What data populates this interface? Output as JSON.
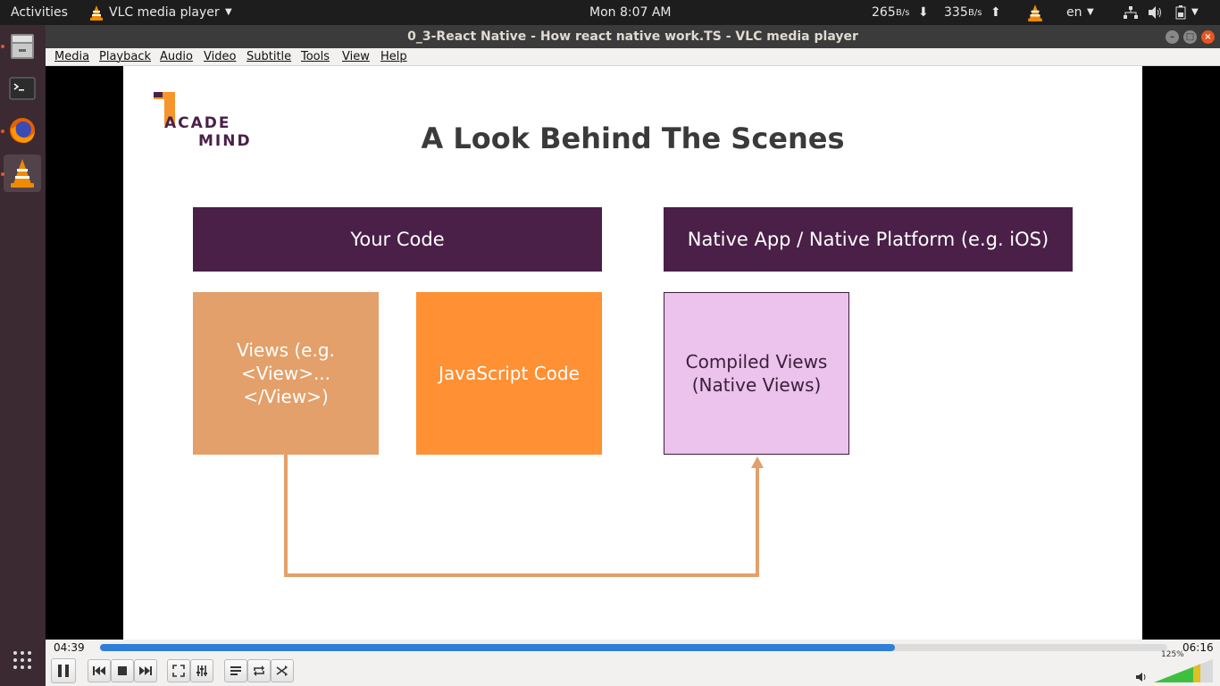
{
  "system_bar": {
    "activities": "Activities",
    "app_name": "VLC media player",
    "clock": "Mon  8:07 AM",
    "download_speed": "265",
    "download_unit": "B/s",
    "upload_speed": "335",
    "upload_unit": "B/s",
    "language": "en"
  },
  "window": {
    "title": "0_3-React Native - How react native work.TS - VLC media player"
  },
  "menu": [
    "Media",
    "Playback",
    "Audio",
    "Video",
    "Subtitle",
    "Tools",
    "View",
    "Help"
  ],
  "slide": {
    "logo_line1": "ACADE",
    "logo_line2": "MIND",
    "title": "A Look Behind The Scenes",
    "header_left": "Your Code",
    "header_right": "Native App / Native Platform (e.g. iOS)",
    "box_views": "Views (e.g. <View>...</View>)",
    "box_js": "JavaScript Code",
    "box_compiled": "Compiled Views (Native Views)",
    "colors": {
      "header": "#4a1f48",
      "views": "#e3a06a",
      "javascript": "#ff9033",
      "compiled": "#ebc3ec",
      "arrow": "#e3a06a"
    }
  },
  "player": {
    "elapsed": "04:39",
    "total": "06:16",
    "progress": 0.745,
    "volume_label": "125%"
  }
}
